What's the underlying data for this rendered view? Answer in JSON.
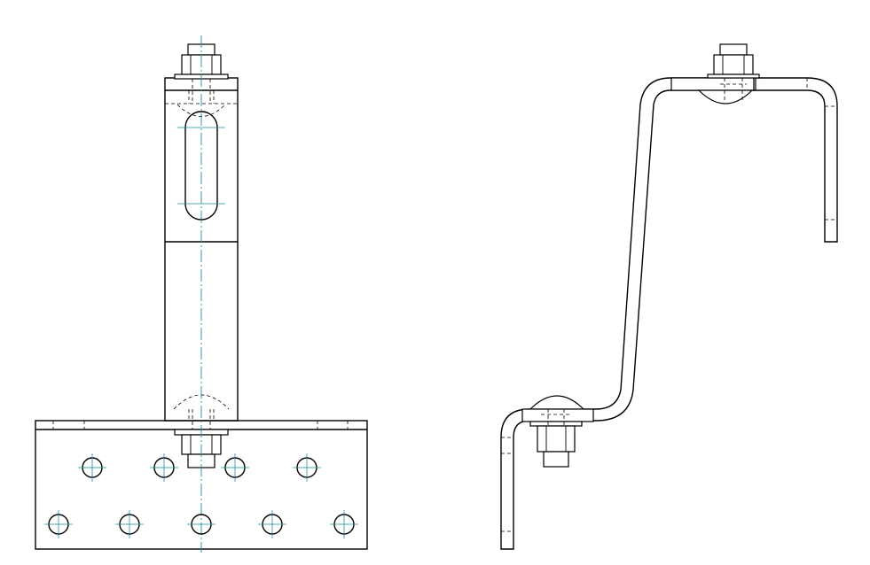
{
  "drawing": {
    "views": [
      "front-view",
      "side-view"
    ],
    "colors": {
      "outline": "#000000",
      "centerline": "#1a8f9a",
      "background": "#ffffff"
    },
    "base_plate_holes": {
      "top_row": 4,
      "bottom_row": 5
    }
  }
}
